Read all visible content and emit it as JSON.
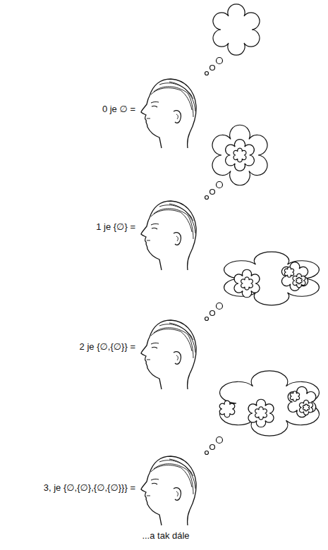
{
  "diagram": {
    "labels": [
      "0 je ∅ =",
      "1 je {∅} =",
      "2 je {∅,{∅}} =",
      "3, je {∅,{∅},{∅,{∅}}} =",
      "...a tak dále"
    ]
  }
}
